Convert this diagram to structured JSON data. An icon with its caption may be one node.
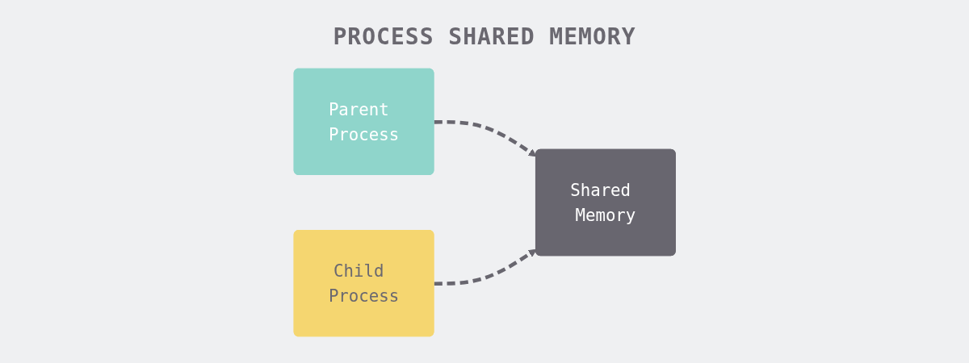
{
  "diagram": {
    "title": "PROCESS SHARED MEMORY",
    "nodes": [
      {
        "text": [
          "Parent Process"
        ]
      },
      {
        "text": [
          "Shared Memory"
        ]
      },
      {
        "text": [
          "Child Process"
        ]
      }
    ],
    "edges": [
      {
        "from": 0,
        "to": 1,
        "arrow": "to",
        "style": "dashed"
      },
      {
        "from": 2,
        "to": 1,
        "arrow": "to",
        "style": "dashed"
      }
    ]
  }
}
